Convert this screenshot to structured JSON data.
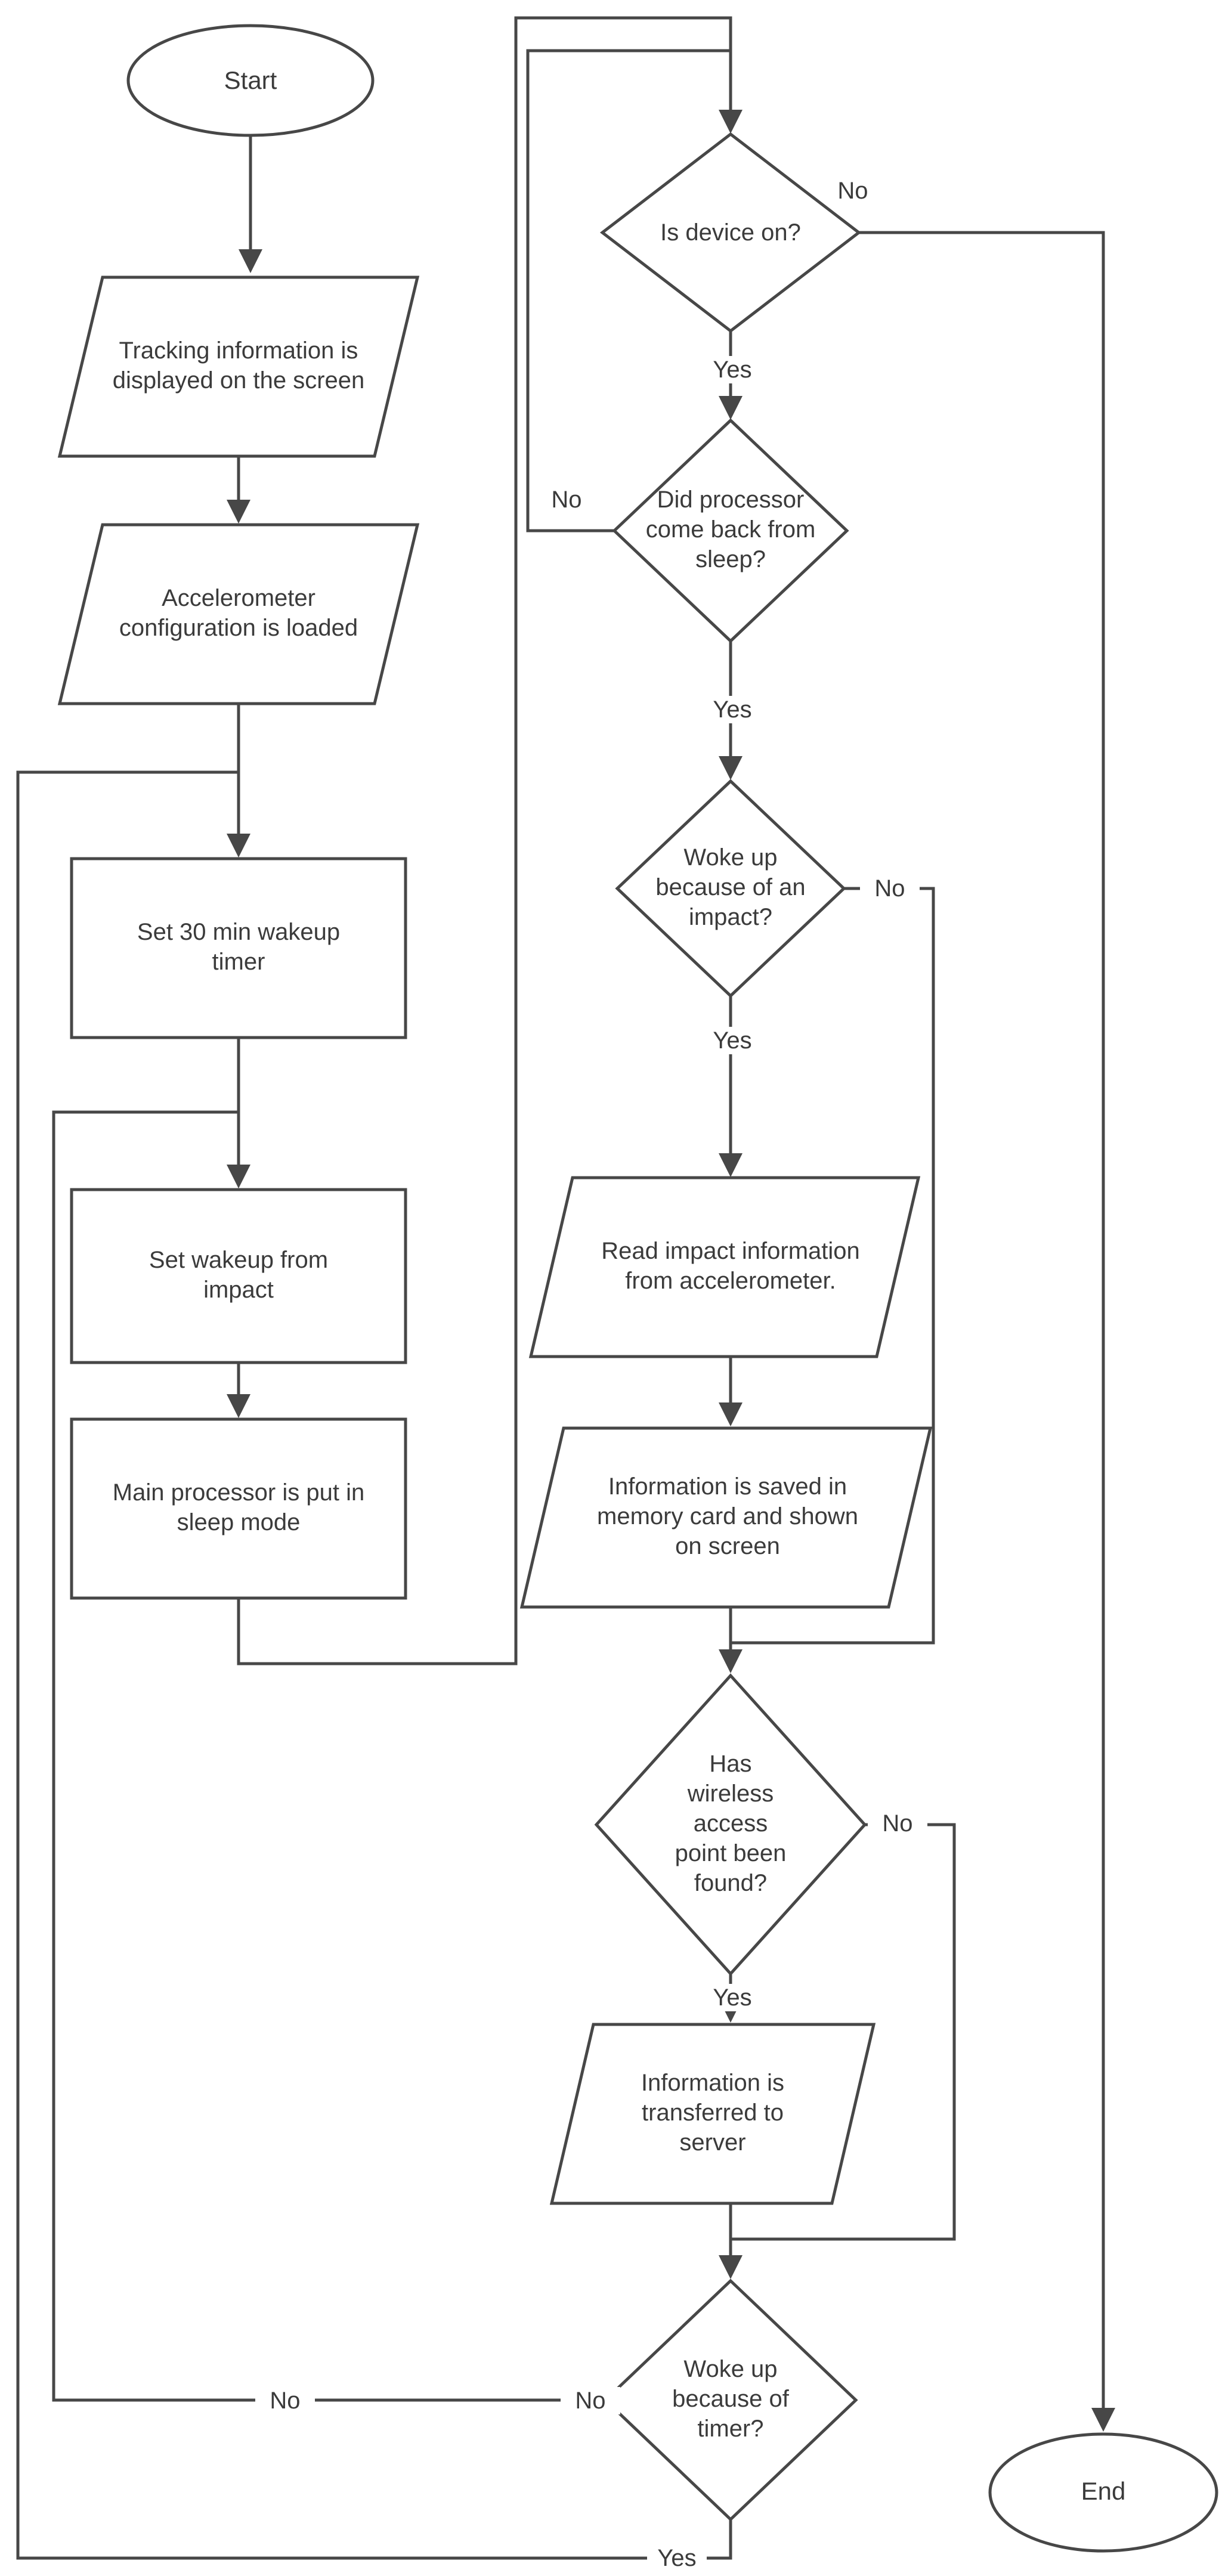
{
  "colors": {
    "line": "#474747",
    "text": "#3b3b3b",
    "background": "#ffffff"
  },
  "nodes": {
    "start": {
      "label": "Start",
      "type": "terminator"
    },
    "tracking_displayed": {
      "label": "Tracking information is displayed on the screen",
      "type": "input-output"
    },
    "accel_config": {
      "label": "Accelerometer configuration is loaded",
      "type": "input-output"
    },
    "set_timer": {
      "label": "Set 30 min wakeup timer",
      "type": "process"
    },
    "set_wakeup_impact": {
      "label": "Set wakeup from impact",
      "type": "process"
    },
    "processor_sleep": {
      "label": "Main processor is put in sleep mode",
      "type": "process"
    },
    "is_device_on": {
      "label": "Is device on?",
      "type": "decision"
    },
    "processor_back": {
      "label": "Did processor come back from sleep?",
      "type": "decision"
    },
    "woke_impact": {
      "label": "Woke up because of an impact?",
      "type": "decision"
    },
    "read_impact": {
      "label": "Read impact information from accelerometer.",
      "type": "input-output"
    },
    "info_saved": {
      "label": "Information is saved in memory card and shown on screen",
      "type": "input-output"
    },
    "wireless_found": {
      "label": "Has wireless access point been found?",
      "type": "decision"
    },
    "info_transferred": {
      "label": "Information is transferred to server",
      "type": "input-output"
    },
    "woke_timer": {
      "label": "Woke up because of timer?",
      "type": "decision"
    },
    "end": {
      "label": "End",
      "type": "terminator"
    }
  },
  "edge_labels": {
    "is_device_on_no": "No",
    "is_device_on_yes": "Yes",
    "processor_back_no": "No",
    "processor_back_yes": "Yes",
    "woke_impact_no": "No",
    "woke_impact_yes": "Yes",
    "wireless_found_no": "No",
    "wireless_found_yes": "Yes",
    "woke_timer_no_near": "No",
    "woke_timer_no_far": "No",
    "woke_timer_yes": "Yes"
  }
}
